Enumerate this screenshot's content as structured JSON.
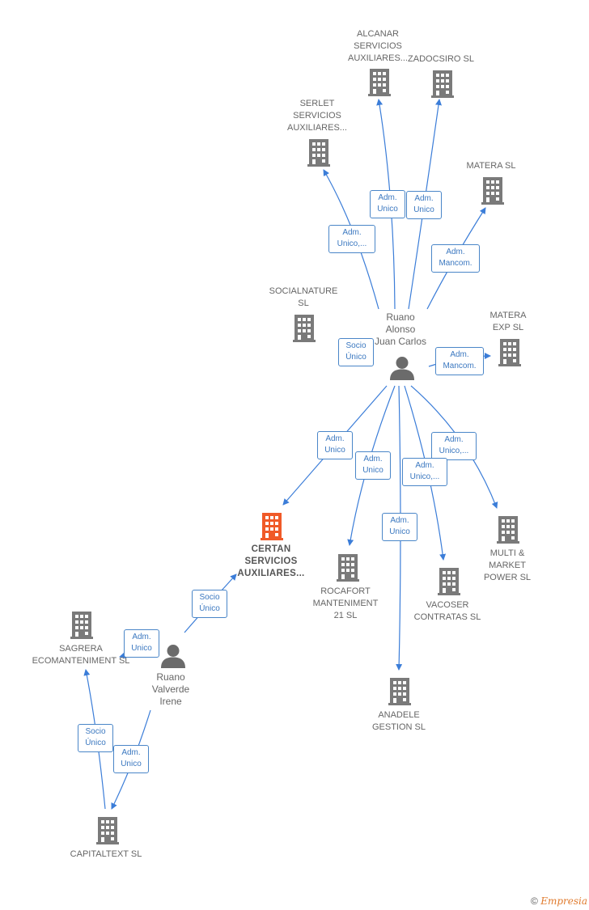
{
  "nodes": {
    "alcanar": {
      "label": "ALCANAR\nSERVICIOS\nAUXILIARES..."
    },
    "zadocsiro": {
      "label": "ZADOCSIRO SL"
    },
    "serlet": {
      "label": "SERLET\nSERVICIOS\nAUXILIARES..."
    },
    "matera": {
      "label": "MATERA SL"
    },
    "socialnature": {
      "label": "SOCIALNATURE\nSL"
    },
    "ruano_jc": {
      "label": "Ruano\nAlonso\nJuan Carlos"
    },
    "matera_exp": {
      "label": "MATERA\nEXP  SL"
    },
    "certan": {
      "label": "CERTAN\nSERVICIOS\nAUXILIARES..."
    },
    "rocafort": {
      "label": "ROCAFORT\nMANTENIMENT\n21 SL"
    },
    "vacoser": {
      "label": "VACOSER\nCONTRATAS SL"
    },
    "multi": {
      "label": "MULTI &\nMARKET\nPOWER  SL"
    },
    "anadele": {
      "label": "ANADELE\nGESTION SL"
    },
    "sagrera": {
      "label": "SAGRERA\nECOMANTENIMENT SL"
    },
    "ruano_irene": {
      "label": "Ruano\nValverde\nIrene"
    },
    "capitaltext": {
      "label": "CAPITALTEXT SL"
    }
  },
  "edges": {
    "e_serlet": {
      "label": "Adm.\nUnico,..."
    },
    "e_alcanar": {
      "label": "Adm.\nUnico"
    },
    "e_zadocsiro": {
      "label": "Adm.\nUnico"
    },
    "e_matera": {
      "label": "Adm.\nMancom."
    },
    "e_socialnature": {
      "label": "Socio\nÚnico"
    },
    "e_matera_exp": {
      "label": "Adm.\nMancom."
    },
    "e_certan": {
      "label": "Adm.\nUnico"
    },
    "e_rocafort": {
      "label": "Adm.\nUnico"
    },
    "e_vacoser": {
      "label": "Adm.\nUnico,..."
    },
    "e_multi": {
      "label": "Adm.\nUnico,..."
    },
    "e_anadele": {
      "label": "Adm.\nUnico"
    },
    "e_irene_certan": {
      "label": "Socio\nÚnico"
    },
    "e_irene_sagrera": {
      "label": "Adm.\nUnico"
    },
    "e_capital_sagrera": {
      "label": "Socio\nÚnico"
    },
    "e_irene_capital": {
      "label": "Adm.\nUnico"
    }
  },
  "colors": {
    "edge": "#3b7dd8",
    "building": "#7a7a7a",
    "main_building": "#f05a28",
    "person": "#6b6b6b"
  },
  "footer": {
    "copyright": "©",
    "brand": "Empresia"
  }
}
